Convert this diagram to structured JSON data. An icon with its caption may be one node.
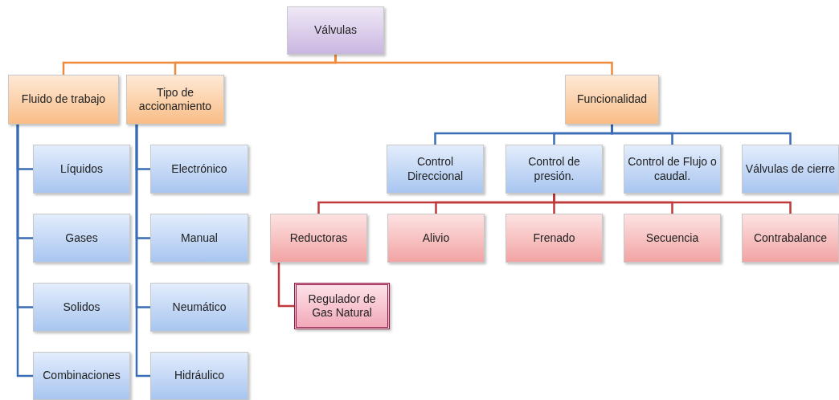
{
  "diagram": {
    "nodes": [
      {
        "text": [
          "Válvulas"
        ]
      },
      {
        "text": [
          "Fluido de trabajo"
        ]
      },
      {
        "text": [
          "Tipo de accionamiento"
        ]
      },
      {
        "text": [
          "Funcionalidad"
        ]
      },
      {
        "text": [
          "Líquidos"
        ]
      },
      {
        "text": [
          "Gases"
        ]
      },
      {
        "text": [
          "Solidos"
        ]
      },
      {
        "text": [
          "Combinaciones"
        ]
      },
      {
        "text": [
          "Electrónico"
        ]
      },
      {
        "text": [
          "Manual"
        ]
      },
      {
        "text": [
          "Neumático"
        ]
      },
      {
        "text": [
          "Hidráulico"
        ]
      },
      {
        "text": [
          "Control Direccional"
        ]
      },
      {
        "text": [
          "Control de presión."
        ]
      },
      {
        "text": [
          "Control de Flujo o caudal."
        ]
      },
      {
        "text": [
          "Válvulas de cierre"
        ]
      },
      {
        "text": [
          "Reductoras"
        ]
      },
      {
        "text": [
          "Alivio"
        ]
      },
      {
        "text": [
          "Frenado"
        ]
      },
      {
        "text": [
          "Secuencia"
        ]
      },
      {
        "text": [
          "Contrabalance"
        ]
      },
      {
        "text": [
          "Regulador de Gas Natural"
        ]
      }
    ],
    "edges": [
      {
        "from": 0,
        "to": 1,
        "arrow": "none",
        "color": "#f08a3c"
      },
      {
        "from": 0,
        "to": 2,
        "arrow": "none",
        "color": "#f08a3c"
      },
      {
        "from": 0,
        "to": 3,
        "arrow": "none",
        "color": "#f08a3c"
      },
      {
        "from": 1,
        "to": 4,
        "arrow": "none"
      },
      {
        "from": 1,
        "to": 5,
        "arrow": "none"
      },
      {
        "from": 1,
        "to": 6,
        "arrow": "none"
      },
      {
        "from": 1,
        "to": 7,
        "arrow": "none"
      },
      {
        "from": 2,
        "to": 8,
        "arrow": "none"
      },
      {
        "from": 2,
        "to": 9,
        "arrow": "none"
      },
      {
        "from": 2,
        "to": 10,
        "arrow": "none"
      },
      {
        "from": 2,
        "to": 11,
        "arrow": "none"
      },
      {
        "from": 3,
        "to": 12,
        "arrow": "none"
      },
      {
        "from": 3,
        "to": 13,
        "arrow": "none"
      },
      {
        "from": 3,
        "to": 14,
        "arrow": "none"
      },
      {
        "from": 3,
        "to": 15,
        "arrow": "none"
      },
      {
        "from": 13,
        "to": 16,
        "arrow": "none",
        "color": "#c0393b"
      },
      {
        "from": 13,
        "to": 17,
        "arrow": "none",
        "color": "#c0393b"
      },
      {
        "from": 13,
        "to": 18,
        "arrow": "none",
        "color": "#c0393b"
      },
      {
        "from": 13,
        "to": 19,
        "arrow": "none",
        "color": "#c0393b"
      },
      {
        "from": 13,
        "to": 20,
        "arrow": "none",
        "color": "#c0393b"
      },
      {
        "from": 16,
        "to": 21,
        "arrow": "none",
        "color": "#c0393b"
      }
    ]
  }
}
